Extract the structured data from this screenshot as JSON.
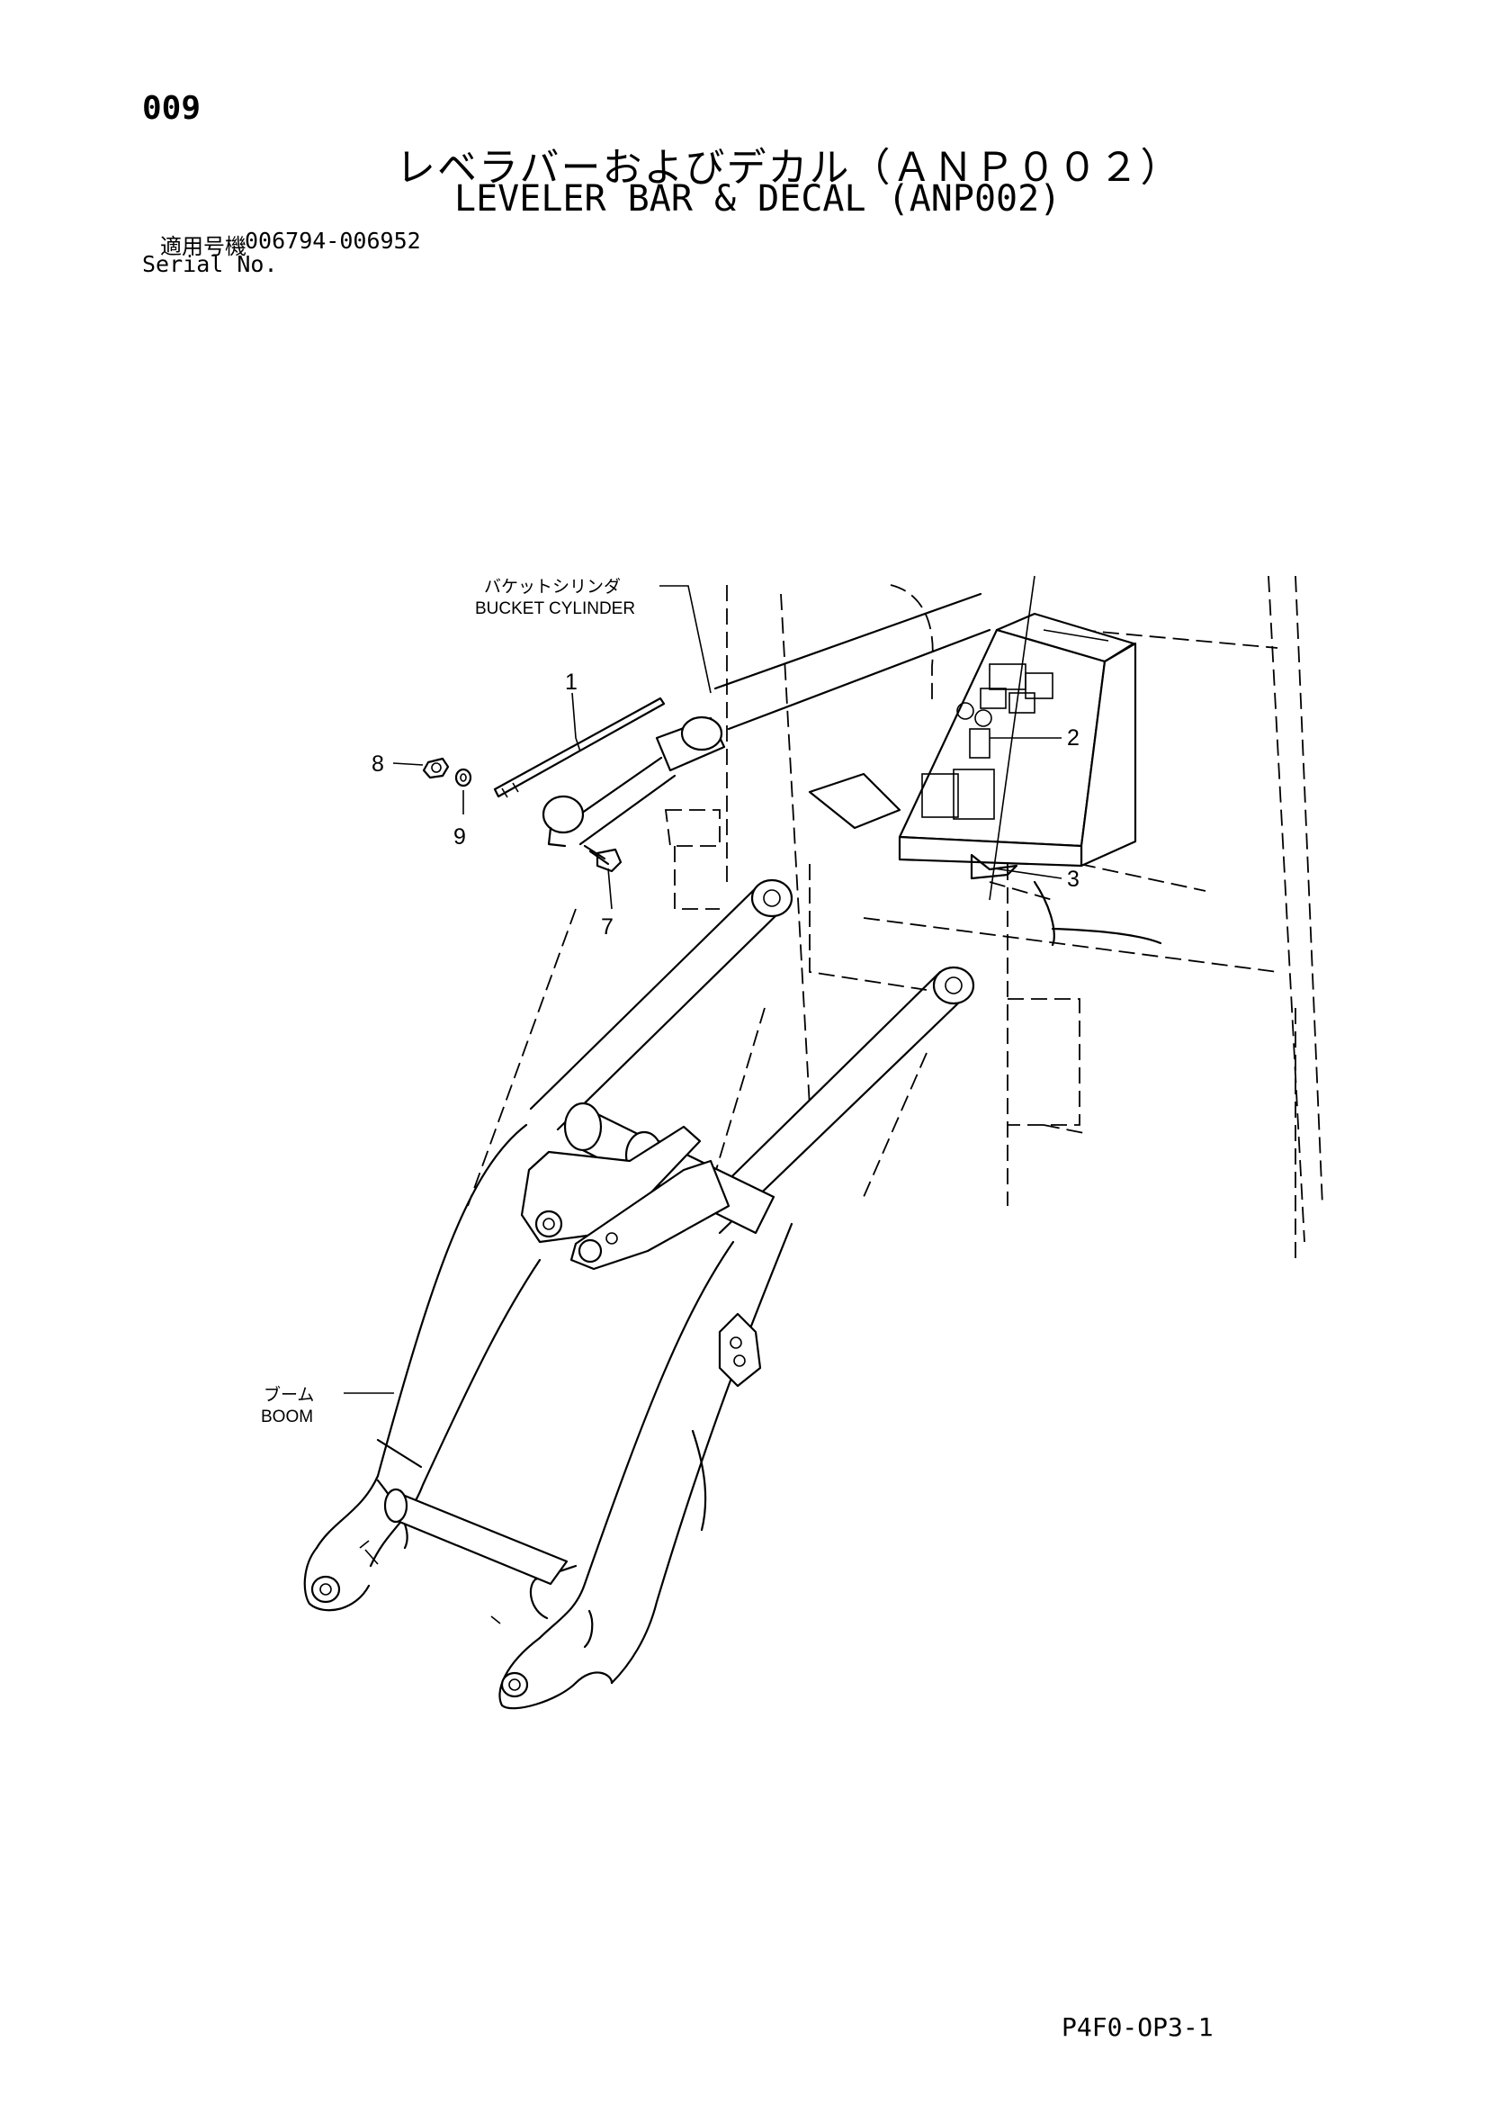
{
  "header": {
    "page_number": "009",
    "title_jp": "レベラバーおよびデカル（ＡＮＰ００２）",
    "title_en": "LEVELER BAR & DECAL (ANP002)",
    "serial_label_jp": "適用号機",
    "serial_range": "006794-006952",
    "serial_label_en": "Serial No."
  },
  "diagram": {
    "labels": {
      "bucket_cylinder_jp": "バケットシリンダ",
      "bucket_cylinder_en": "BUCKET CYLINDER",
      "boom_jp": "ブーム",
      "boom_en": "BOOM"
    },
    "callouts": [
      "1",
      "2",
      "3",
      "7",
      "8",
      "9"
    ]
  },
  "footer": {
    "code": "P4F0-OP3-1"
  }
}
